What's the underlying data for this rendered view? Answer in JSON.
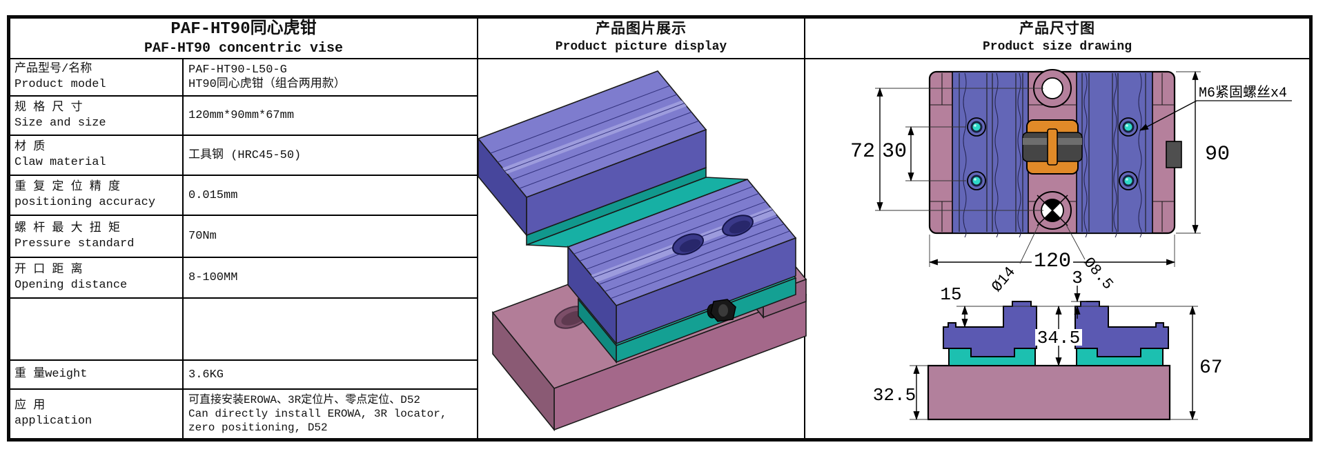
{
  "left_panel": {
    "title_zh": "PAF-HT90同心虎钳",
    "title_en": "PAF-HT90 concentric vise",
    "rows": [
      {
        "label_zh": "产品型号/名称",
        "label_en": "Product model",
        "value_lines": [
          "PAF-HT90-L50-G",
          "HT90同心虎钳（组合两用款）"
        ]
      },
      {
        "label_zh": "规 格 尺 寸",
        "label_en": "Size and size",
        "value_lines": [
          "120mm*90mm*67mm"
        ]
      },
      {
        "label_zh": "材 质",
        "label_en": "Claw material",
        "value_lines": [
          "工具钢 (HRC45-50)"
        ]
      },
      {
        "label_zh": "重 复 定 位 精 度",
        "label_en": "positioning accuracy",
        "value_lines": [
          "0.015mm"
        ]
      },
      {
        "label_zh": "螺 杆 最 大 扭 矩",
        "label_en": "Pressure standard",
        "value_lines": [
          "70Nm"
        ]
      },
      {
        "label_zh": "开 口 距 离",
        "label_en": "Opening distance",
        "value_lines": [
          "8-100MM"
        ]
      },
      {
        "label_zh": "",
        "label_en": "",
        "value_lines": [
          ""
        ]
      },
      {
        "label_zh": "重 量weight",
        "label_en": "",
        "value_lines": [
          "3.6KG"
        ]
      },
      {
        "label_zh": "应 用",
        "label_en": "application",
        "value_lines": [
          "可直接安装EROWA、3R定位片、零点定位、D52",
          "Can directly install EROWA, 3R locator,",
          "zero positioning, D52"
        ]
      }
    ]
  },
  "middle_panel": {
    "title_zh": "产品图片展示",
    "title_en": "Product picture display"
  },
  "right_panel": {
    "title_zh": "产品尺寸图",
    "title_en": "Product size drawing",
    "top_view": {
      "dim_height_outer": "72",
      "dim_height_inner": "30",
      "dim_width": "90",
      "dim_length": "120",
      "hole_label_left": "Ø14",
      "hole_label_right": "Ø8.5",
      "screw_note": "M6紧固螺丝x4"
    },
    "section_view": {
      "dim_step": "15",
      "dim_lip": "3",
      "dim_jaw_height": "34.5",
      "dim_base_height": "32.5",
      "dim_total_height": "67"
    }
  },
  "colors": {
    "body_mauve": "#b2809c",
    "jaw_blue": "#6366b7",
    "carriage_teal": "#18b5a8",
    "screw_orange": "#e18a28",
    "hole_teal": "#2fd8c8"
  }
}
